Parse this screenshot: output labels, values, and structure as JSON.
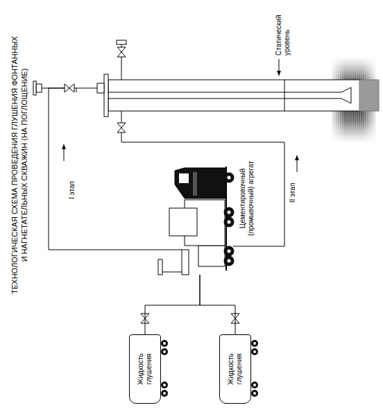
{
  "diagram": {
    "title": "ТЕХНОЛОГИЧЕСКАЯ СХЕМА ПРОВЕДЕНИЯ ГЛУШЕНИЯ ФОНТАННЫХ И НАГНЕТАТЕЛЬНЫХ СКВАЖИН (НА ПОГЛОЩЕНИЕ)",
    "nodes": [
      {
        "text": [
          "Жидкость глушения"
        ]
      },
      {
        "text": [
          "Жидкость глушения"
        ]
      },
      {
        "text": [
          "Цементировочный (промывочный) агрегат"
        ]
      }
    ],
    "edges": [
      {
        "from": 0,
        "to": 2,
        "arrow": "none"
      },
      {
        "from": 1,
        "to": 2,
        "arrow": "none"
      }
    ],
    "labels": [
      "I этап",
      "II этап",
      "Статический уровень"
    ]
  }
}
